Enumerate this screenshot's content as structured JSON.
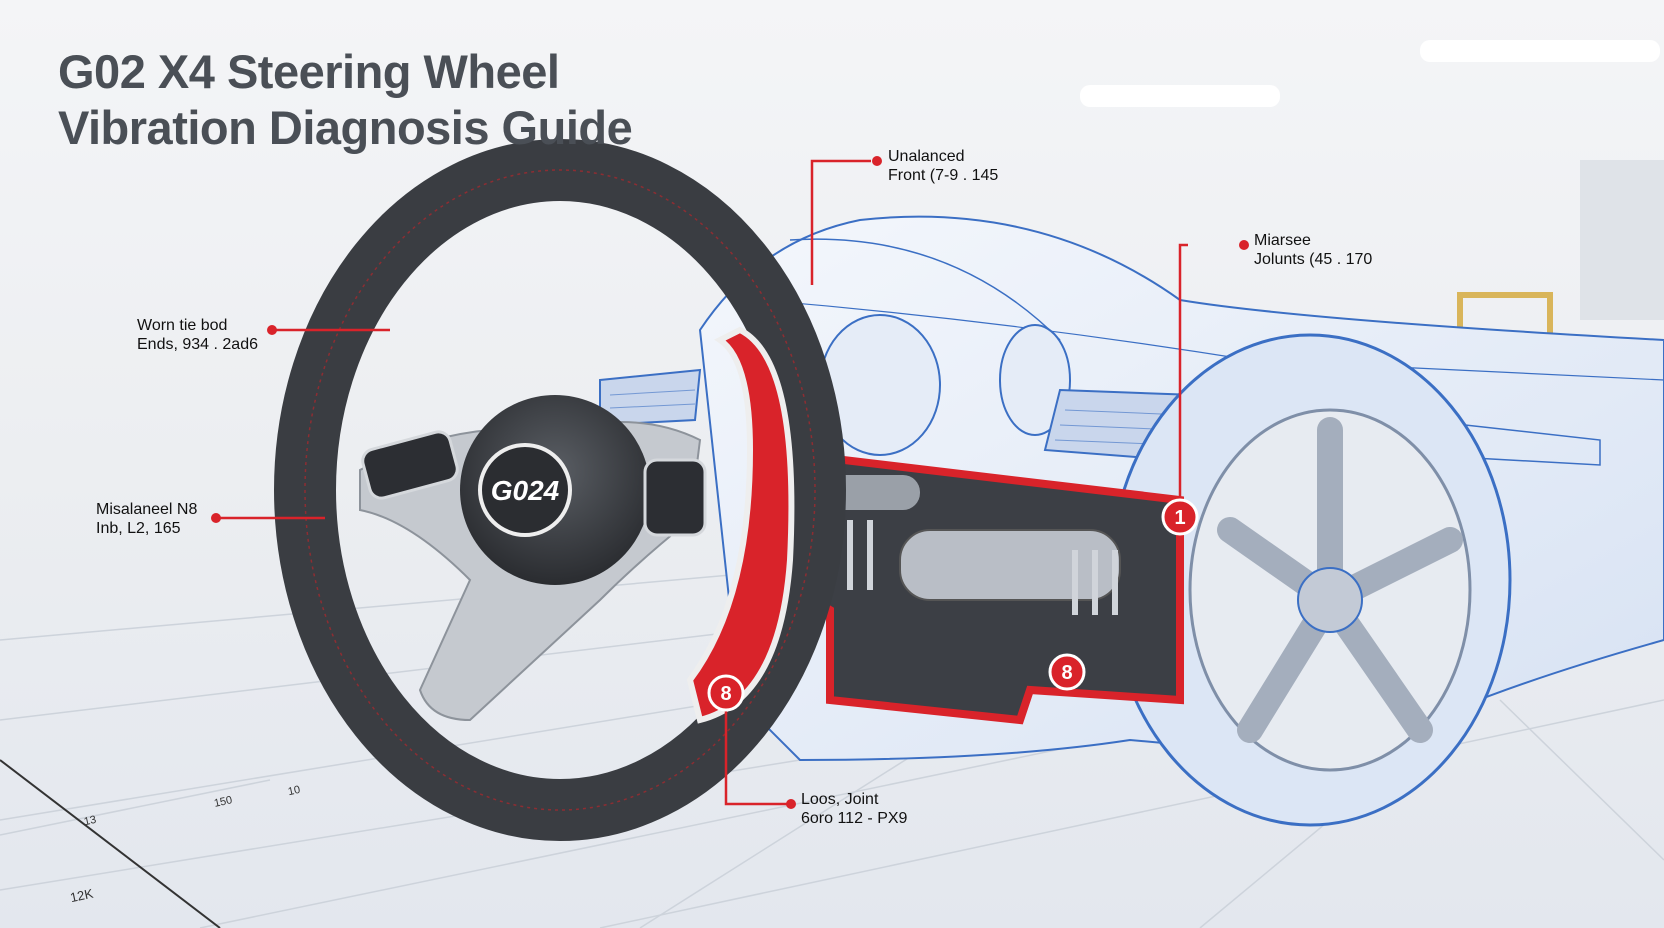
{
  "title": {
    "line1": "G02 X4 Steering Wheel",
    "line2": "Vibration Diagnosis Guide"
  },
  "hub_logo": "G024",
  "callouts": [
    {
      "line1": "Unalanced",
      "line2": "Front (7-9 . 145"
    },
    {
      "line1": "Miarsee",
      "line2": "Jolunts (45 . 170"
    },
    {
      "line1": "Worn tie bod",
      "line2": "Ends, 934 . 2ad6"
    },
    {
      "line1": "Misalaneel N8",
      "line2": "Inb, L2, 165"
    },
    {
      "line1": "Loos, Joint",
      "line2": "6oro 112 - PX9"
    }
  ],
  "badges": [
    "1",
    "8",
    "8"
  ],
  "floor_marks": [
    "13",
    "150",
    "10",
    "12K"
  ],
  "colors": {
    "accent_red": "#d9232a",
    "wireframe_blue": "#3b6fc4",
    "title": "#4a4f56",
    "wheel": "#3a3d42"
  }
}
